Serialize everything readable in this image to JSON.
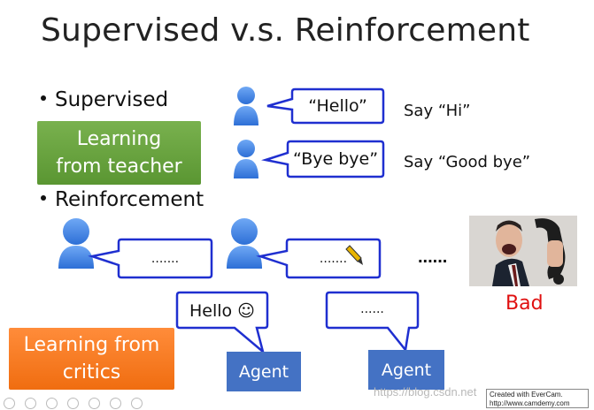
{
  "slide": {
    "title": "Supervised v.s. Reinforcement",
    "bullets": [
      "Supervised",
      "Reinforcement"
    ],
    "green_box": "Learning from teacher",
    "orange_box": "Learning from critics"
  },
  "supervised": {
    "rows": [
      {
        "bubble": "“Hello”",
        "response": "Say “Hi”"
      },
      {
        "bubble": "“Bye bye”",
        "response": "Say “Good bye”"
      }
    ]
  },
  "reinforcement": {
    "bubble_1": ".......",
    "bubble_2": ".......",
    "ellipsis": "......",
    "agent_bubble_1": "Hello ☺",
    "agent_bubble_2": "......",
    "agent_1": "Agent",
    "agent_2": "Agent",
    "feedback": "Bad"
  },
  "overlay": {
    "watermark": "https://blog.csdn.net",
    "evercam_line1": "Created with EverCam.",
    "evercam_line2": "http://www.camdemy.com"
  },
  "colors": {
    "person_blue": "#4a86e8",
    "bubble_border": "#1f2fd0",
    "agent_blue": "#4472c4",
    "green": "#6aa33f",
    "orange": "#f47b20",
    "bad_red": "#e01010"
  }
}
